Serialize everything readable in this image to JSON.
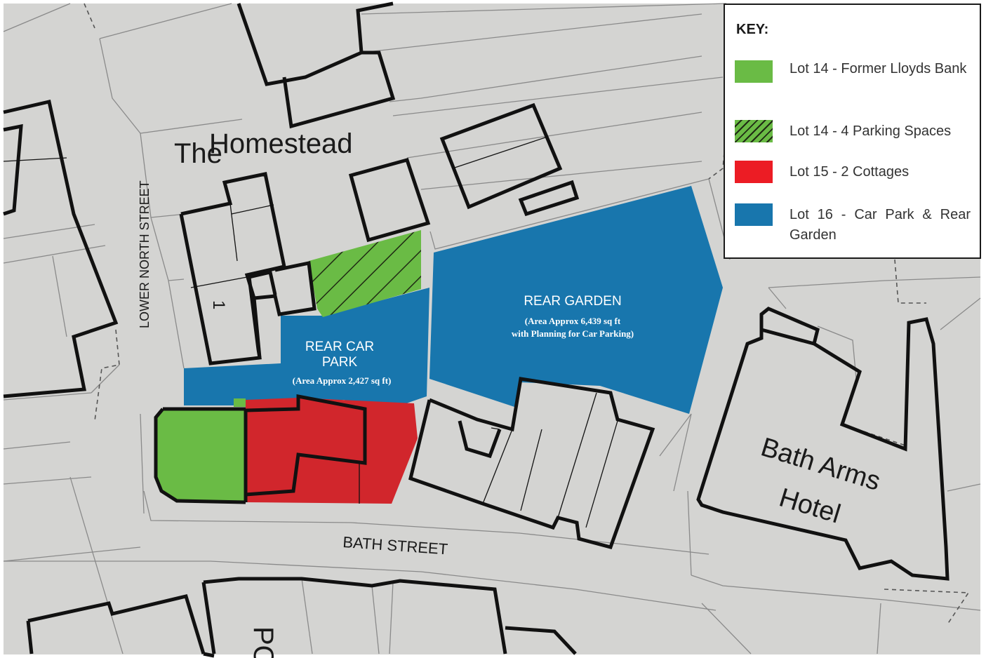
{
  "map": {
    "area_labels": {
      "homestead_prefix": "The",
      "homestead": "Homestead",
      "building_number": "1",
      "rear_car_park_line1": "REAR CAR",
      "rear_car_park_line2": "PARK",
      "rear_car_park_area": "(Area Approx 2,427 sq ft)",
      "rear_garden": "REAR GARDEN",
      "rear_garden_area_line1": "(Area Approx 6,439 sq ft",
      "rear_garden_area_line2": "with Planning for Car Parking)",
      "hotel_line1": "Bath Arms",
      "hotel_line2": "Hotel"
    },
    "streets": {
      "lower_north_street": "LOWER NORTH STREET",
      "bath_street": "BATH STREET",
      "partial_label": "PO"
    },
    "colors": {
      "ground": "#d4d4d2",
      "building_outline": "#111111",
      "lot14": "#6abb45",
      "lot15": "#d1262c",
      "lot16": "#1876ad"
    }
  },
  "legend": {
    "title": "KEY:",
    "items": [
      {
        "label": "Lot 14 - Former Lloyds Bank",
        "color": "#6abb45",
        "pattern": "solid"
      },
      {
        "label": "Lot 14 - 4 Parking Spaces",
        "color": "#6abb45",
        "pattern": "hatched"
      },
      {
        "label": "Lot 15 - 2 Cottages",
        "color": "#ec1c24",
        "pattern": "solid"
      },
      {
        "label": "Lot 16 - Car Park & Rear Garden",
        "color": "#1876ad",
        "pattern": "solid"
      }
    ]
  }
}
